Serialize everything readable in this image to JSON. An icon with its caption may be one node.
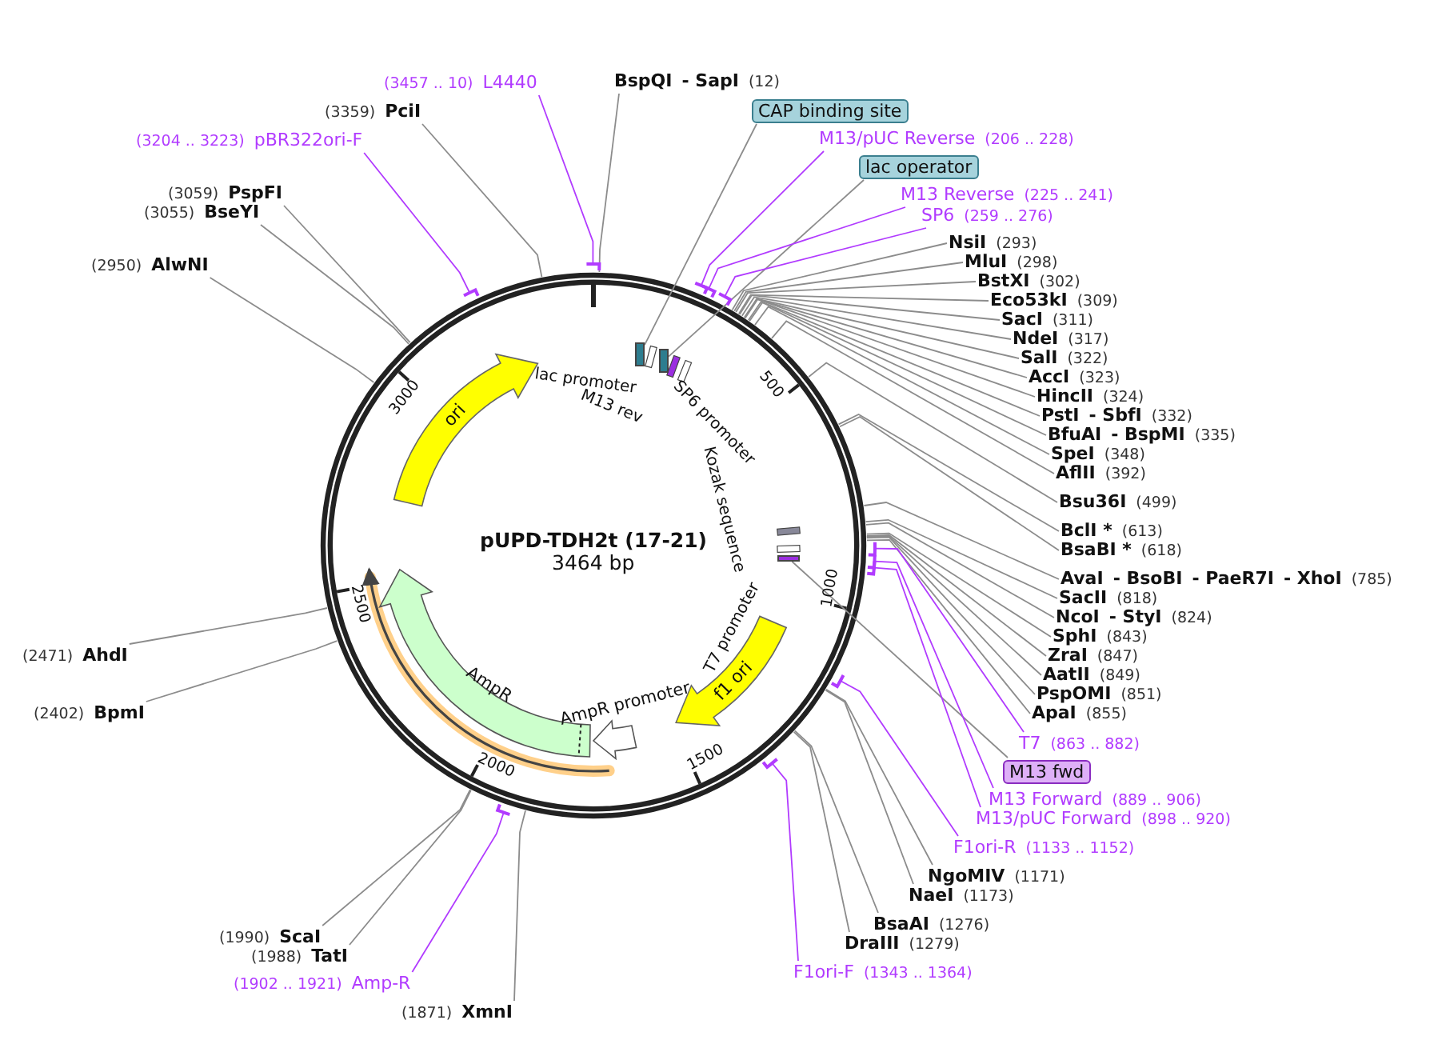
{
  "diagram": {
    "title": "pUPD-TDH2t (17-21)",
    "nodes": [
      {
        "text": [
          "(3457 .. 10)",
          "L4440"
        ]
      },
      {
        "text": [
          "BspQI",
          "- SapI",
          "(12)"
        ]
      },
      {
        "text": [
          "(3359)",
          "PciI"
        ]
      },
      {
        "text": [
          "(3204 .. 3223)",
          "pBR322ori-F"
        ]
      },
      {
        "text": [
          "(3059)",
          "PspFI"
        ]
      },
      {
        "text": [
          "(3055)",
          "BseYI"
        ]
      },
      {
        "text": [
          "(2950)",
          "AlwNI"
        ]
      },
      {
        "text": [
          "CAP binding site"
        ]
      },
      {
        "text": [
          "M13/pUC Reverse",
          "(206 .. 228)"
        ]
      },
      {
        "text": [
          "lac operator"
        ]
      },
      {
        "text": [
          "M13 Reverse",
          "(225 .. 241)"
        ]
      },
      {
        "text": [
          "SP6",
          "(259 .. 276)"
        ]
      },
      {
        "text": [
          "NsiI",
          "(293)"
        ]
      },
      {
        "text": [
          "MluI",
          "(298)"
        ]
      },
      {
        "text": [
          "BstXI",
          "(302)"
        ]
      },
      {
        "text": [
          "Eco53kI",
          "(309)"
        ]
      },
      {
        "text": [
          "SacI",
          "(311)"
        ]
      },
      {
        "text": [
          "NdeI",
          "(317)"
        ]
      },
      {
        "text": [
          "SalI",
          "(322)"
        ]
      },
      {
        "text": [
          "AccI",
          "(323)"
        ]
      },
      {
        "text": [
          "HincII",
          "(324)"
        ]
      },
      {
        "text": [
          "PstI",
          "- SbfI",
          "(332)"
        ]
      },
      {
        "text": [
          "BfuAI",
          "- BspMI",
          "(335)"
        ]
      },
      {
        "text": [
          "SpeI",
          "(348)"
        ]
      },
      {
        "text": [
          "AflII",
          "(392)"
        ]
      },
      {
        "text": [
          "Bsu36I",
          "(499)"
        ]
      },
      {
        "text": [
          "BclI *",
          "(613)"
        ]
      },
      {
        "text": [
          "BsaBI *",
          "(618)"
        ]
      },
      {
        "text": [
          "AvaI",
          "- BsoBI",
          "- PaeR7I",
          "- XhoI",
          "(785)"
        ]
      },
      {
        "text": [
          "SacII",
          "(818)"
        ]
      },
      {
        "text": [
          "NcoI",
          "- StyI",
          "(824)"
        ]
      },
      {
        "text": [
          "SphI",
          "(843)"
        ]
      },
      {
        "text": [
          "ZraI",
          "(847)"
        ]
      },
      {
        "text": [
          "AatII",
          "(849)"
        ]
      },
      {
        "text": [
          "PspOMI",
          "(851)"
        ]
      },
      {
        "text": [
          "ApaI",
          "(855)"
        ]
      },
      {
        "text": [
          "T7",
          "(863 .. 882)"
        ]
      },
      {
        "text": [
          "M13 fwd"
        ]
      },
      {
        "text": [
          "M13 Forward",
          "(889 .. 906)"
        ]
      },
      {
        "text": [
          "M13/pUC Forward",
          "(898 .. 920)"
        ]
      },
      {
        "text": [
          "F1ori-R",
          "(1133 .. 1152)"
        ]
      },
      {
        "text": [
          "NgoMIV",
          "(1171)"
        ]
      },
      {
        "text": [
          "NaeI",
          "(1173)"
        ]
      },
      {
        "text": [
          "BsaAI",
          "(1276)"
        ]
      },
      {
        "text": [
          "DraIII",
          "(1279)"
        ]
      },
      {
        "text": [
          "F1ori-F",
          "(1343 .. 1364)"
        ]
      },
      {
        "text": [
          "(1871)",
          "XmnI"
        ]
      },
      {
        "text": [
          "(1902 .. 1921)",
          "Amp-R"
        ]
      },
      {
        "text": [
          "(1988)",
          "TatI"
        ]
      },
      {
        "text": [
          "(1990)",
          "ScaI"
        ]
      },
      {
        "text": [
          "(2402)",
          "BpmI"
        ]
      },
      {
        "text": [
          "(2471)",
          "AhdI"
        ]
      },
      {
        "text": [
          "ori"
        ]
      },
      {
        "text": [
          "f1 ori"
        ]
      },
      {
        "text": [],
        "shape": "box"
      },
      {
        "text": [],
        "shape": "box"
      },
      {
        "text": [],
        "shape": "box"
      }
    ],
    "edges": [
      {
        "from": 0,
        "to": null,
        "arrow": "none",
        "color": "#b13bff"
      },
      {
        "from": 1,
        "to": null,
        "arrow": "none"
      },
      {
        "from": 2,
        "to": null,
        "arrow": "none"
      },
      {
        "from": 3,
        "to": null,
        "arrow": "none",
        "color": "#b13bff"
      },
      {
        "from": 4,
        "to": null,
        "arrow": "none"
      },
      {
        "from": 5,
        "to": null,
        "arrow": "none"
      },
      {
        "from": 6,
        "to": null,
        "arrow": "none"
      },
      {
        "from": 7,
        "to": 54,
        "arrow": "none"
      },
      {
        "from": 8,
        "to": null,
        "arrow": "none",
        "color": "#b13bff"
      },
      {
        "from": 9,
        "to": 55,
        "arrow": "none"
      },
      {
        "from": 10,
        "to": null,
        "arrow": "none",
        "color": "#b13bff"
      },
      {
        "from": 11,
        "to": null,
        "arrow": "none",
        "color": "#b13bff"
      },
      {
        "from": 12,
        "to": null,
        "arrow": "none"
      },
      {
        "from": 13,
        "to": null,
        "arrow": "none"
      },
      {
        "from": 14,
        "to": null,
        "arrow": "none"
      },
      {
        "from": 15,
        "to": null,
        "arrow": "none"
      },
      {
        "from": 16,
        "to": null,
        "arrow": "none"
      },
      {
        "from": 17,
        "to": null,
        "arrow": "none"
      },
      {
        "from": 18,
        "to": null,
        "arrow": "none"
      },
      {
        "from": 19,
        "to": null,
        "arrow": "none"
      },
      {
        "from": 20,
        "to": null,
        "arrow": "none"
      },
      {
        "from": 21,
        "to": null,
        "arrow": "none"
      },
      {
        "from": 22,
        "to": null,
        "arrow": "none"
      },
      {
        "from": 23,
        "to": null,
        "arrow": "none"
      },
      {
        "from": 24,
        "to": null,
        "arrow": "none"
      },
      {
        "from": 25,
        "to": null,
        "arrow": "none"
      },
      {
        "from": 26,
        "to": null,
        "arrow": "none"
      },
      {
        "from": 27,
        "to": null,
        "arrow": "none"
      },
      {
        "from": 28,
        "to": null,
        "arrow": "none"
      },
      {
        "from": 29,
        "to": null,
        "arrow": "none"
      },
      {
        "from": 30,
        "to": null,
        "arrow": "none"
      },
      {
        "from": 31,
        "to": null,
        "arrow": "none"
      },
      {
        "from": 32,
        "to": null,
        "arrow": "none"
      },
      {
        "from": 33,
        "to": null,
        "arrow": "none"
      },
      {
        "from": 34,
        "to": null,
        "arrow": "none"
      },
      {
        "from": 35,
        "to": null,
        "arrow": "none"
      },
      {
        "from": 36,
        "to": null,
        "arrow": "none",
        "color": "#b13bff"
      },
      {
        "from": 37,
        "to": 56,
        "arrow": "none"
      },
      {
        "from": 38,
        "to": null,
        "arrow": "none",
        "color": "#b13bff"
      },
      {
        "from": 39,
        "to": null,
        "arrow": "none",
        "color": "#b13bff"
      },
      {
        "from": 40,
        "to": null,
        "arrow": "none",
        "color": "#b13bff"
      },
      {
        "from": 41,
        "to": null,
        "arrow": "none"
      },
      {
        "from": 42,
        "to": null,
        "arrow": "none"
      },
      {
        "from": 43,
        "to": null,
        "arrow": "none"
      },
      {
        "from": 44,
        "to": null,
        "arrow": "none"
      },
      {
        "from": 45,
        "to": null,
        "arrow": "none",
        "color": "#b13bff"
      },
      {
        "from": 46,
        "to": null,
        "arrow": "none"
      },
      {
        "from": 47,
        "to": null,
        "arrow": "none",
        "color": "#b13bff"
      },
      {
        "from": 48,
        "to": null,
        "arrow": "none"
      },
      {
        "from": 49,
        "to": null,
        "arrow": "none"
      },
      {
        "from": 50,
        "to": null,
        "arrow": "none"
      },
      {
        "from": 51,
        "to": null,
        "arrow": "none"
      }
    ],
    "labels": [
      "3464 bp",
      "lac promoter",
      "M13 rev",
      "SP6 promoter",
      "Kozak sequence",
      "T7 promoter",
      "AmpR",
      "AmpR promoter",
      "500",
      "1000",
      "1500",
      "2000",
      "2500",
      "3000"
    ]
  }
}
